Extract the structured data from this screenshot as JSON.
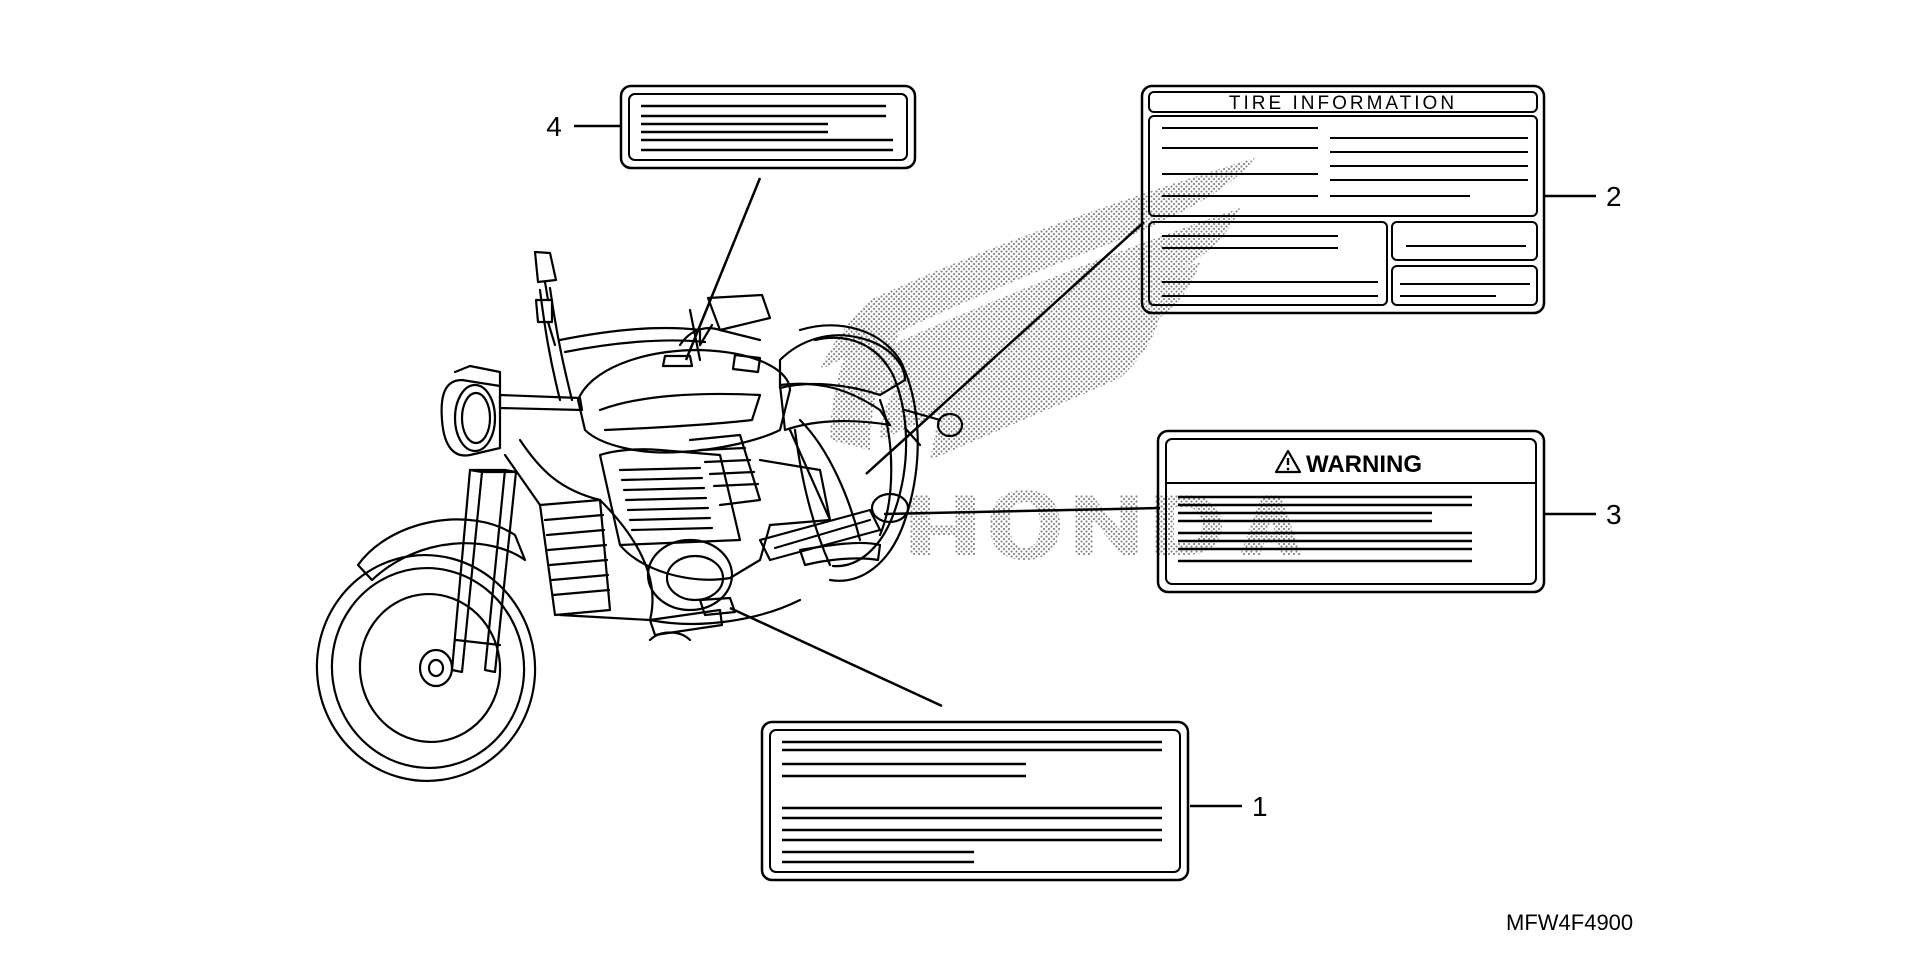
{
  "callouts": [
    {
      "number": "1"
    },
    {
      "number": "2"
    },
    {
      "number": "3"
    },
    {
      "number": "4"
    }
  ],
  "labels": {
    "tire": {
      "title": "TIRE INFORMATION"
    },
    "warning": {
      "title": "WARNING",
      "icon": "warning-triangle-icon"
    }
  },
  "reference_code": "MFW4F4900",
  "watermark": {
    "text": "HONDA",
    "icon": "honda-wing-logo-icon"
  },
  "colors": {
    "ink": "#000000",
    "background": "#ffffff",
    "stipple": "#8a8a8a"
  }
}
